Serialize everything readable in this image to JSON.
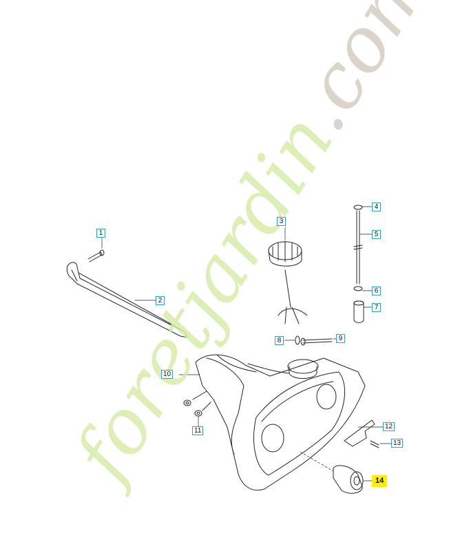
{
  "watermark": {
    "text": "foretjardin.com",
    "colors": {
      "green": "#d9ecab",
      "gray": "#d4cdc3"
    }
  },
  "callouts": [
    {
      "id": "1",
      "label": "1"
    },
    {
      "id": "2",
      "label": "2"
    },
    {
      "id": "3",
      "label": "3"
    },
    {
      "id": "4",
      "label": "4"
    },
    {
      "id": "5",
      "label": "5"
    },
    {
      "id": "6",
      "label": "6"
    },
    {
      "id": "7",
      "label": "7"
    },
    {
      "id": "8",
      "label": "8"
    },
    {
      "id": "9",
      "label": "9"
    },
    {
      "id": "10",
      "label": "10"
    },
    {
      "id": "11",
      "label": "11"
    },
    {
      "id": "12",
      "label": "12"
    },
    {
      "id": "13",
      "label": "13"
    },
    {
      "id": "14",
      "label": "14",
      "highlighted": true
    }
  ],
  "colors": {
    "callout_border": "#2a9fd8",
    "highlight": "#ffee00",
    "line": "#222222"
  }
}
